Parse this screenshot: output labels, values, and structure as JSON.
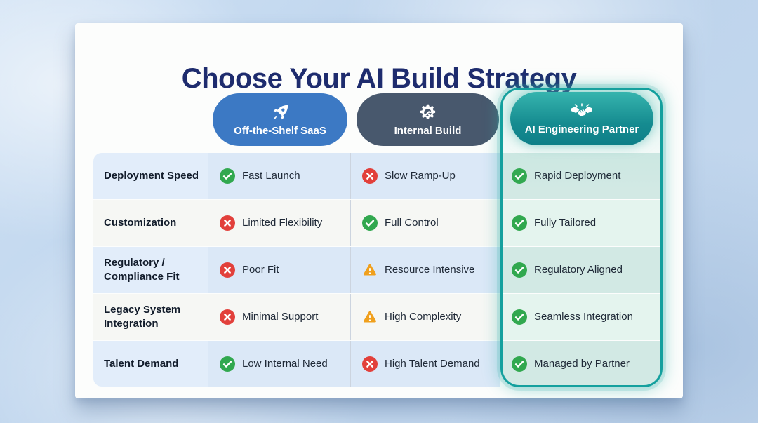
{
  "title": "Choose Your AI Build Strategy",
  "columns": [
    {
      "id": "saas",
      "label": "Off-the-Shelf SaaS",
      "icon": "rocket-icon",
      "color": "#3c79c4"
    },
    {
      "id": "internal",
      "label": "Internal Build",
      "icon": "gear-wrench-icon",
      "color": "#48586d"
    },
    {
      "id": "partner",
      "label": "AI Engineering Partner",
      "icon": "handshake-icon",
      "color_top": "#36b4ae",
      "color_bottom": "#0e7f88",
      "highlighted": true
    }
  ],
  "rows": [
    {
      "label": "Deployment Speed",
      "cells": [
        {
          "status": "positive",
          "text": "Fast Launch"
        },
        {
          "status": "negative",
          "text": "Slow Ramp-Up"
        },
        {
          "status": "positive",
          "text": "Rapid Deployment"
        }
      ]
    },
    {
      "label": "Customization",
      "cells": [
        {
          "status": "negative",
          "text": "Limited Flexibility"
        },
        {
          "status": "positive",
          "text": "Full Control"
        },
        {
          "status": "positive",
          "text": "Fully Tailored"
        }
      ]
    },
    {
      "label": "Regulatory / Compliance Fit",
      "cells": [
        {
          "status": "negative",
          "text": "Poor Fit"
        },
        {
          "status": "warning",
          "text": "Resource Intensive"
        },
        {
          "status": "positive",
          "text": "Regulatory Aligned"
        }
      ]
    },
    {
      "label": "Legacy System Integration",
      "cells": [
        {
          "status": "negative",
          "text": "Minimal Support"
        },
        {
          "status": "warning",
          "text": "High Complexity"
        },
        {
          "status": "positive",
          "text": "Seamless Integration"
        }
      ]
    },
    {
      "label": "Talent Demand",
      "cells": [
        {
          "status": "positive",
          "text": "Low Internal Need"
        },
        {
          "status": "negative",
          "text": "High Talent Demand"
        },
        {
          "status": "positive",
          "text": "Managed by Partner"
        }
      ]
    }
  ],
  "status_colors": {
    "positive": "#31a84f",
    "negative": "#e2403b",
    "warning": "#f0a01d"
  },
  "status_icons": {
    "positive": "check-circle-icon",
    "negative": "cross-circle-icon",
    "warning": "warning-triangle-icon"
  },
  "accent_color": "#14a09e",
  "title_color": "#1e2c6e"
}
